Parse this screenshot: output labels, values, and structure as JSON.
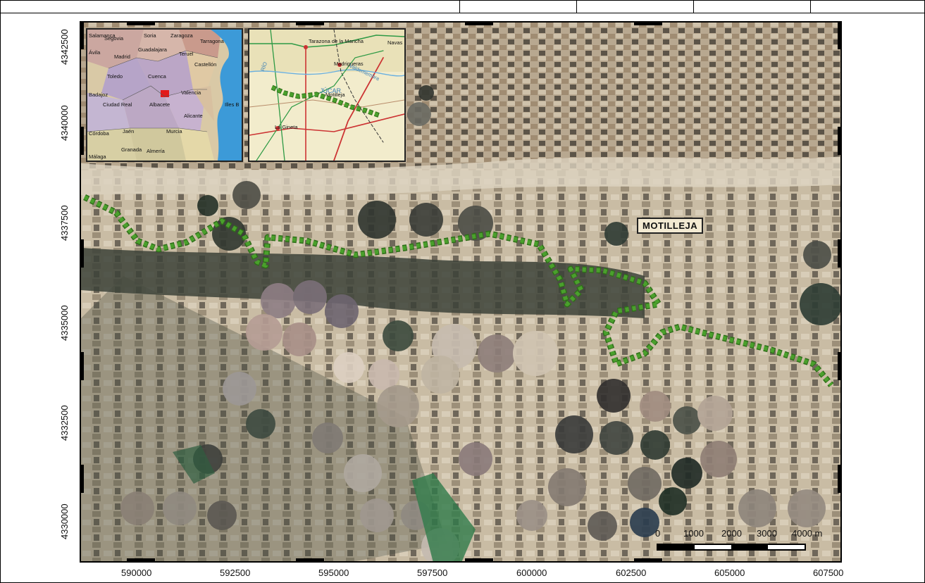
{
  "map": {
    "y_ticks": [
      "4342500",
      "4340000",
      "4337500",
      "4335000",
      "4332500",
      "4330000"
    ],
    "x_ticks": [
      "590000",
      "592500",
      "595000",
      "597500",
      "600000",
      "602500",
      "605000",
      "607500"
    ],
    "place_label": "MOTILLEJA",
    "route_color": "#4aa02c",
    "route_edge_color": "#2f6e1a",
    "scale_labels": [
      "0",
      "1000",
      "2000",
      "3000",
      "4000 m"
    ]
  },
  "inset_spain": {
    "labels": [
      "Segovia",
      "Soria",
      "Zaragoza",
      "Tarragona",
      "Ávila",
      "Madrid",
      "Guadalajara",
      "Teruel",
      "Castellón",
      "Toledo",
      "Cuenca",
      "Valencia",
      "Ciudad Real",
      "Albacete",
      "Alicante",
      "Illes B",
      "Córdoba",
      "Jaén",
      "Murcia",
      "Granada",
      "Almería",
      "Málaga",
      "Badajoz",
      "Salamanca"
    ]
  },
  "inset_local": {
    "labels": [
      "Tarazona de la Mancha",
      "Madrigueras",
      "Motilleja",
      "La Gineta",
      "RÍO",
      "JÚCAR",
      "Valdemembra",
      "Navas"
    ]
  }
}
